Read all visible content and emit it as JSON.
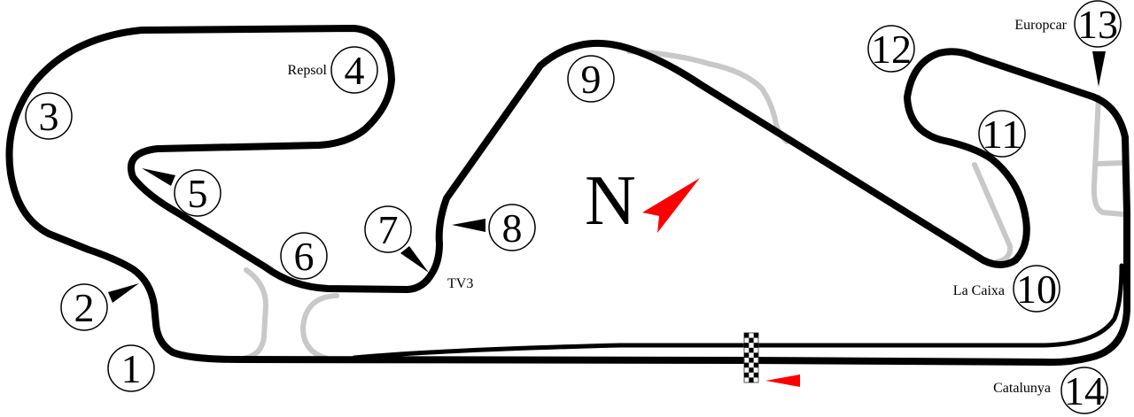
{
  "circuit": {
    "compass_letter": "N",
    "colors": {
      "track": "#000000",
      "runoff": "#c8c8c8",
      "compass_arrow": "#ff0000",
      "start_arrow": "#ff0000",
      "background": "#ffffff"
    }
  },
  "turns": [
    {
      "number": "1",
      "name": ""
    },
    {
      "number": "2",
      "name": ""
    },
    {
      "number": "3",
      "name": ""
    },
    {
      "number": "4",
      "name": "Repsol"
    },
    {
      "number": "5",
      "name": ""
    },
    {
      "number": "6",
      "name": ""
    },
    {
      "number": "7",
      "name": ""
    },
    {
      "number": "8",
      "name": ""
    },
    {
      "number": "9",
      "name": ""
    },
    {
      "number": "10",
      "name": "La Caixa"
    },
    {
      "number": "11",
      "name": ""
    },
    {
      "number": "12",
      "name": ""
    },
    {
      "number": "13",
      "name": "Europcar"
    },
    {
      "number": "14",
      "name": "Catalunya"
    }
  ],
  "labels": {
    "tv3": "TV3"
  }
}
